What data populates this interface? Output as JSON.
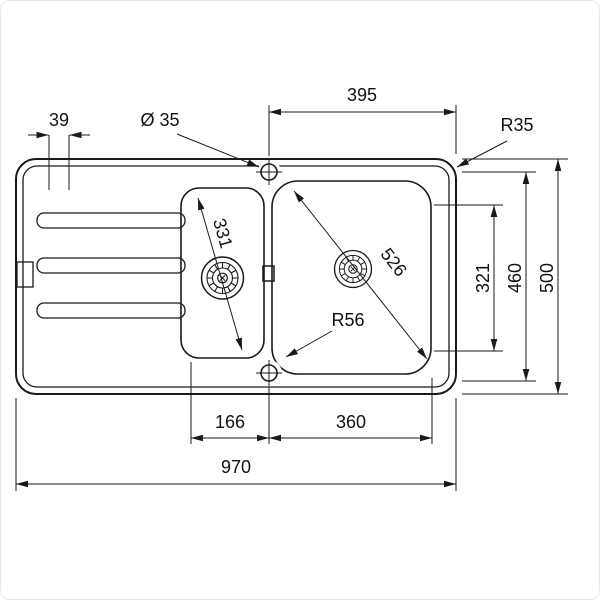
{
  "colors": {
    "line": "#1a1a1a",
    "background": "#ffffff"
  },
  "dims": {
    "offset_left": "39",
    "tap_hole_diameter": "Ø 35",
    "bowl_top_width": "395",
    "corner_radius_outer": "R35",
    "small_bowl_diagonal": "331",
    "large_bowl_diagonal": "526",
    "bowl_inner_depth": "321",
    "tap_span_depth": "460",
    "overall_depth": "500",
    "corner_radius_bowl": "R56",
    "small_bowl_width": "166",
    "large_bowl_width": "360",
    "overall_width": "970"
  }
}
